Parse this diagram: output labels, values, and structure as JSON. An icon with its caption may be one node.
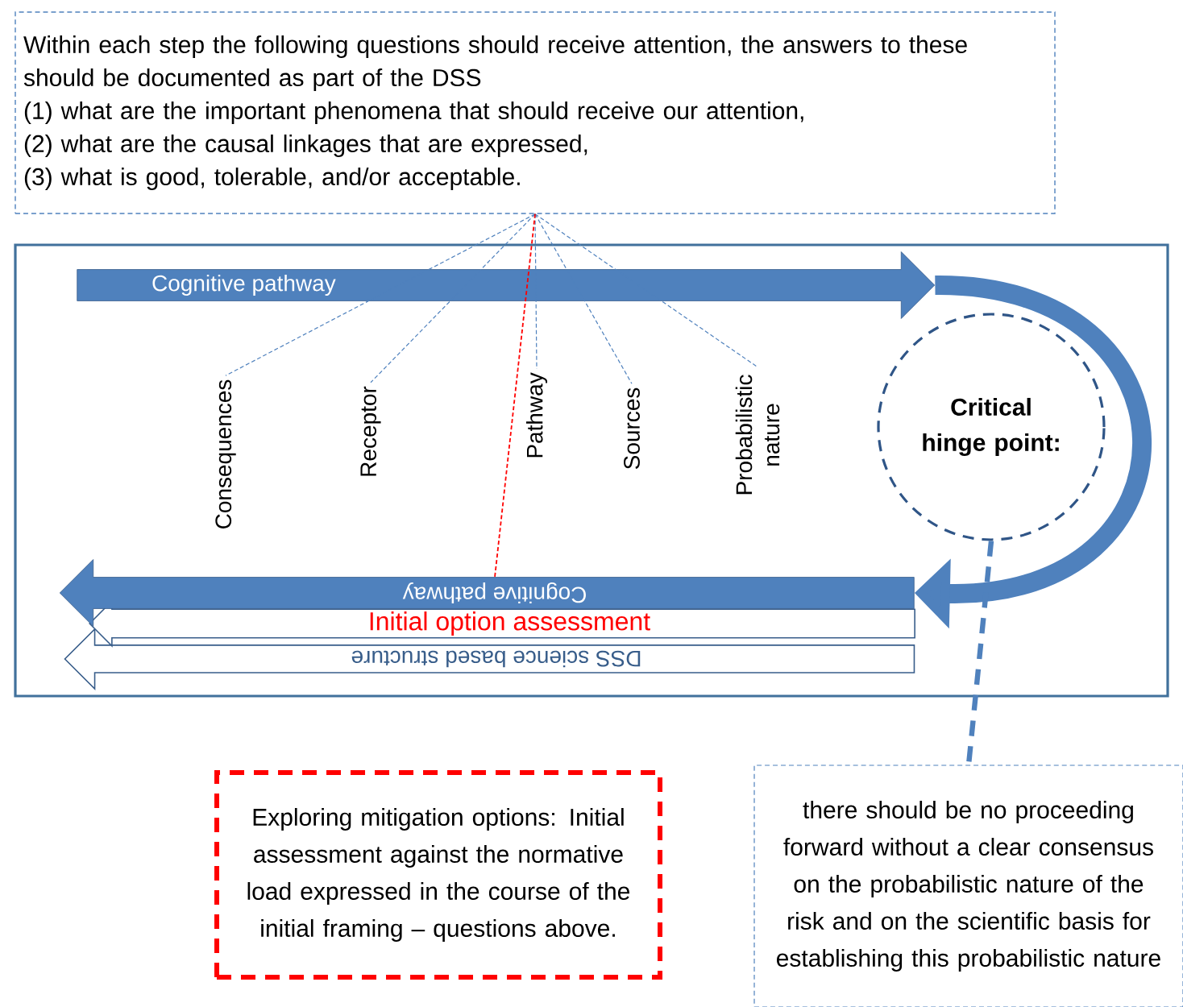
{
  "diagram": {
    "nodes": [
      {
        "text": [
          "Within each step the following questions should receive attention, the answers to these should be documented as part of the DSS",
          "(1) what are the important phenomena that should receive our attention,",
          "(2) what are the causal linkages that are expressed,",
          "(3) what is good, tolerable, and/or acceptable."
        ]
      },
      {
        "text": [],
        "shape": "box"
      },
      {
        "text": [
          "Cognitive pathway"
        ],
        "in": 1
      },
      {
        "text": [
          "Consequences"
        ],
        "in": 1
      },
      {
        "text": [
          "Receptor"
        ],
        "in": 1
      },
      {
        "text": [
          "Pathway"
        ],
        "in": 1
      },
      {
        "text": [
          "Sources"
        ],
        "in": 1
      },
      {
        "text": [
          "Probabilistic nature"
        ],
        "in": 1
      },
      {
        "text": [
          "Critical hinge point:"
        ],
        "in": 1
      },
      {
        "text": [
          "Cognitive pathway"
        ],
        "in": 1
      },
      {
        "text": [
          "Initial option assessment"
        ],
        "in": 1
      },
      {
        "text": [
          "DSS science based structure"
        ],
        "in": 1
      },
      {
        "text": [
          "Exploring mitigation options: Initial assessment against the normative load expressed in the course of the initial framing – questions above."
        ]
      },
      {
        "text": [
          "there should be no proceeding forward without a clear consensus on the probabilistic nature of the risk and on the scientific basis for establishing this probabilistic nature"
        ]
      }
    ],
    "edges": [
      {
        "from": 0,
        "to": 3,
        "arrow": "none",
        "style": "dashed"
      },
      {
        "from": 0,
        "to": 4,
        "arrow": "none",
        "style": "dashed"
      },
      {
        "from": 0,
        "to": 5,
        "arrow": "none",
        "style": "dashed"
      },
      {
        "from": 0,
        "to": 6,
        "arrow": "none",
        "style": "dashed"
      },
      {
        "from": 0,
        "to": 7,
        "arrow": "none",
        "style": "dashed"
      },
      {
        "from": 0,
        "to": 9,
        "arrow": "none",
        "style": "dashed",
        "color": "#ff0000"
      },
      {
        "from": 2,
        "to": 9,
        "arrow": "to",
        "style": "thick"
      },
      {
        "from": 8,
        "to": 13,
        "arrow": "none",
        "style": "dashed"
      }
    ]
  }
}
